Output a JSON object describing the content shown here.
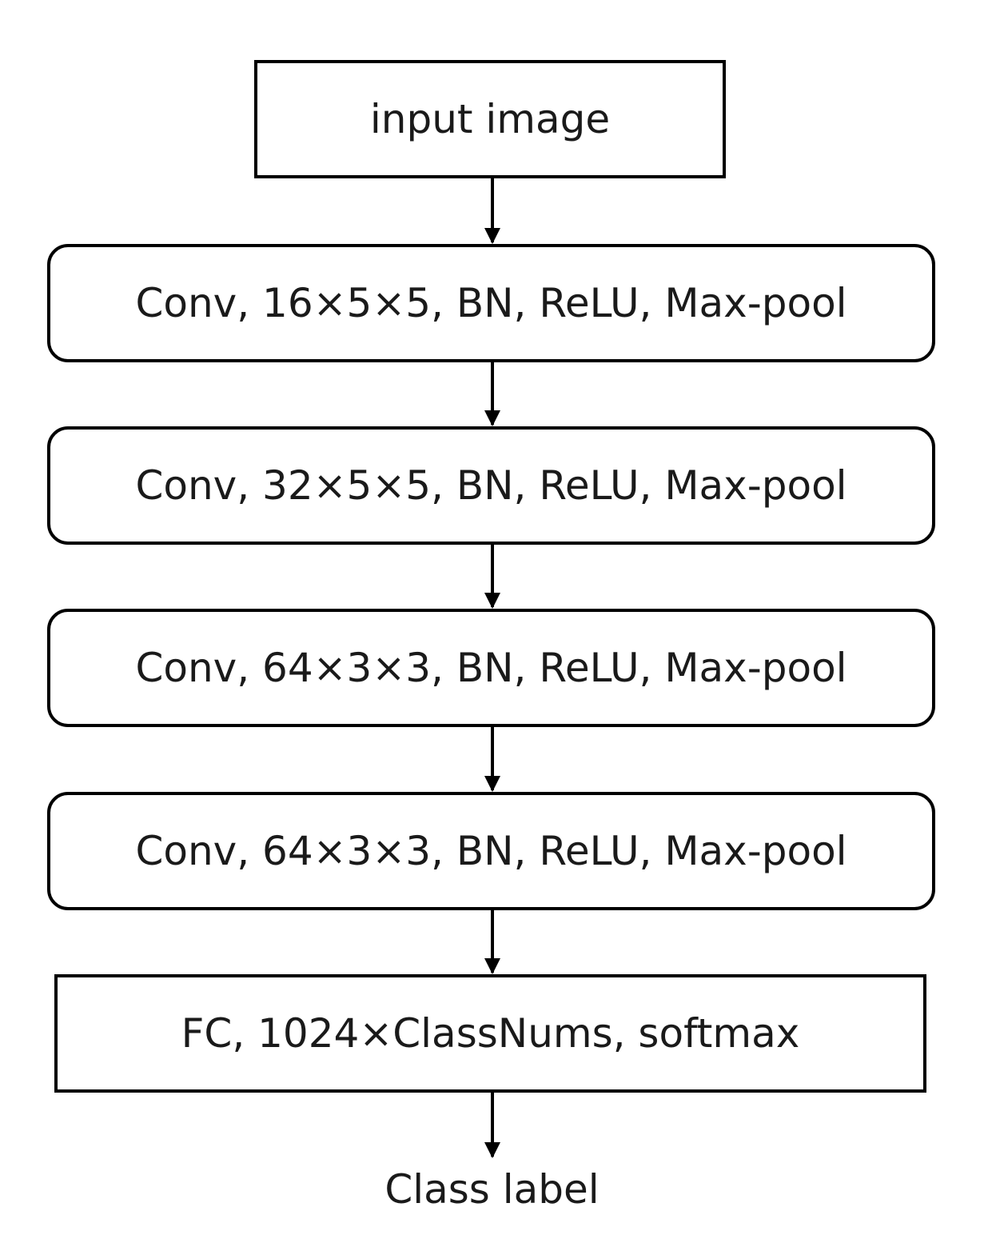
{
  "nodes": [
    {
      "label": "input image"
    },
    {
      "label": "Conv, 16×5×5, BN, ReLU, Max-pool"
    },
    {
      "label": "Conv, 32×5×5, BN, ReLU, Max-pool"
    },
    {
      "label": "Conv, 64×3×3, BN, ReLU, Max-pool"
    },
    {
      "label": "Conv, 64×3×3, BN, ReLU, Max-pool"
    },
    {
      "label": "FC, 1024×ClassNums, softmax"
    }
  ],
  "output_label": "Class label"
}
